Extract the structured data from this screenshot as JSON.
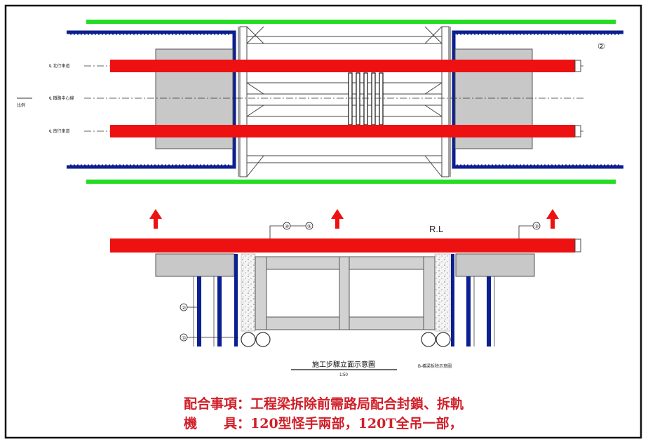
{
  "plan": {
    "centerline_labels": [
      "℄ 北行車道",
      "℄ 鐵路中心線",
      "℄ 南行車道"
    ],
    "side_mark": "比例",
    "circle_ref": "②"
  },
  "elevation": {
    "rl_label": "R.L",
    "callout_refs": [
      "④",
      "⑤",
      "③"
    ],
    "pile_refs": [
      "②",
      "①"
    ],
    "title": "施工步驟立面示意圖",
    "scale": "1:50",
    "drawing_ref": "B-橋梁拆除示意圖"
  },
  "notes": {
    "line1": "配合事項：工程梁拆除前需路局配合封鎖、拆軌",
    "line2": "機　　具：120型怪手兩部，120T全吊一部，"
  },
  "colors": {
    "beam": "#ee1111",
    "retaining": "#0c1f8f",
    "fence": "#22dd22",
    "abutment": "#c8c8c8",
    "note_text": "#d0202a"
  }
}
